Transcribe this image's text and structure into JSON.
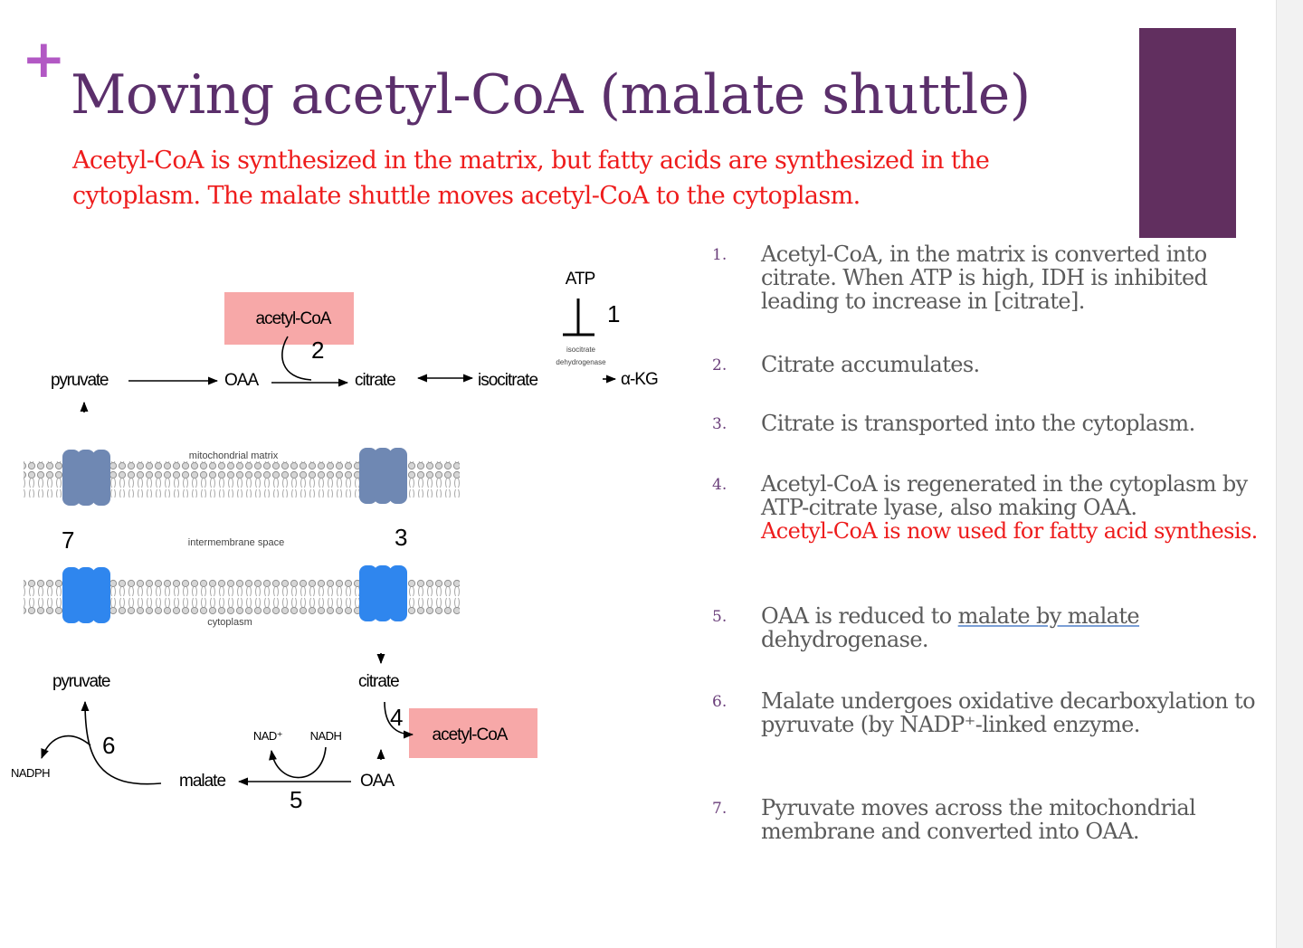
{
  "slide": {
    "plus_glyph": "+",
    "title": "Moving acetyl-CoA (malate shuttle)",
    "subtitle": "Acetyl-CoA is synthesized in the matrix, but fatty acids are synthesized in the cytoplasm.  The malate shuttle moves acetyl-CoA to the cytoplasm.",
    "accent_color": "#612f5f",
    "title_color": "#5b2f6b",
    "highlight_color": "#ee1c1c"
  },
  "diagram": {
    "atp": "ATP",
    "idh_label_1": "isocitrate",
    "idh_label_2": "dehydrogenase",
    "acetyl_coa_top": "acetyl-CoA",
    "pyruvate_top": "pyruvate",
    "oaa_top": "OAA",
    "citrate_top": "citrate",
    "isocitrate": "isocitrate",
    "akg": "α-KG",
    "matrix_label": "mitochondrial matrix",
    "intermembrane_label": "intermembrane space",
    "cytoplasm_label": "cytoplasm",
    "pyruvate_bottom": "pyruvate",
    "citrate_bottom": "citrate",
    "acetyl_coa_bottom": "acetyl-CoA",
    "nad_plus": "NAD⁺",
    "nadh": "NADH",
    "nadph": "NADPH",
    "malate": "malate",
    "oaa_bottom": "OAA",
    "step_labels": [
      "1",
      "2",
      "3",
      "4",
      "5",
      "6",
      "7"
    ],
    "box_color": "#f7a8a8",
    "inner_channel_color": "#6f88b3",
    "outer_channel_color": "#2f86ee"
  },
  "steps": [
    {
      "num": "1.",
      "text": "Acetyl-CoA, in the matrix is converted into citrate.  When ATP is high, IDH is inhibited leading to increase in [citrate]."
    },
    {
      "num": "2.",
      "text": "Citrate accumulates."
    },
    {
      "num": "3.",
      "text": "Citrate is transported into the cytoplasm."
    },
    {
      "num": "4.",
      "text": "Acetyl-CoA is regenerated in the cytoplasm by ATP-citrate lyase, also making OAA.",
      "highlight": "Acetyl-CoA is now used for fatty acid synthesis."
    },
    {
      "num": "5.",
      "text_before": "OAA is reduced to ",
      "text_underlined": "malate by malate",
      "text_after": " dehydrogenase."
    },
    {
      "num": "6.",
      "text": "Malate undergoes oxidative decarboxylation to pyruvate (by NADP⁺-linked enzyme."
    },
    {
      "num": "7.",
      "text": "Pyruvate moves across the mitochondrial membrane and converted into OAA."
    }
  ]
}
